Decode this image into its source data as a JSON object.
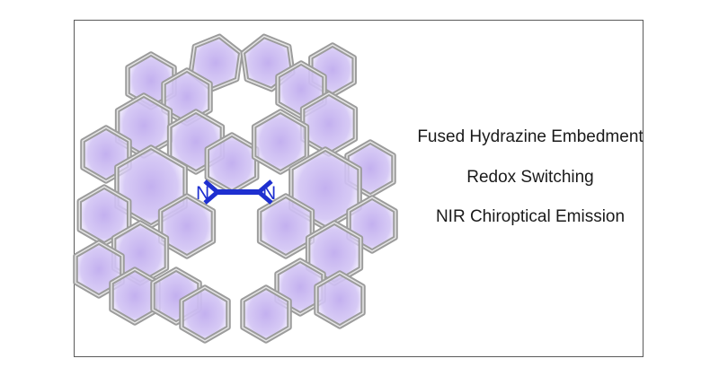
{
  "captions": {
    "line1": "Fused Hydrazine Embedment",
    "line2": "Redox Switching",
    "line3": "NIR Chiroptical Emission"
  },
  "atoms": {
    "n_left": "N",
    "n_right": "N"
  },
  "colors": {
    "ring_fill": "#c9b8f0",
    "bond_gray": "#9a9a9a",
    "hydrazine_blue": "#1e2fd0",
    "frame": "#5a5a5a"
  }
}
